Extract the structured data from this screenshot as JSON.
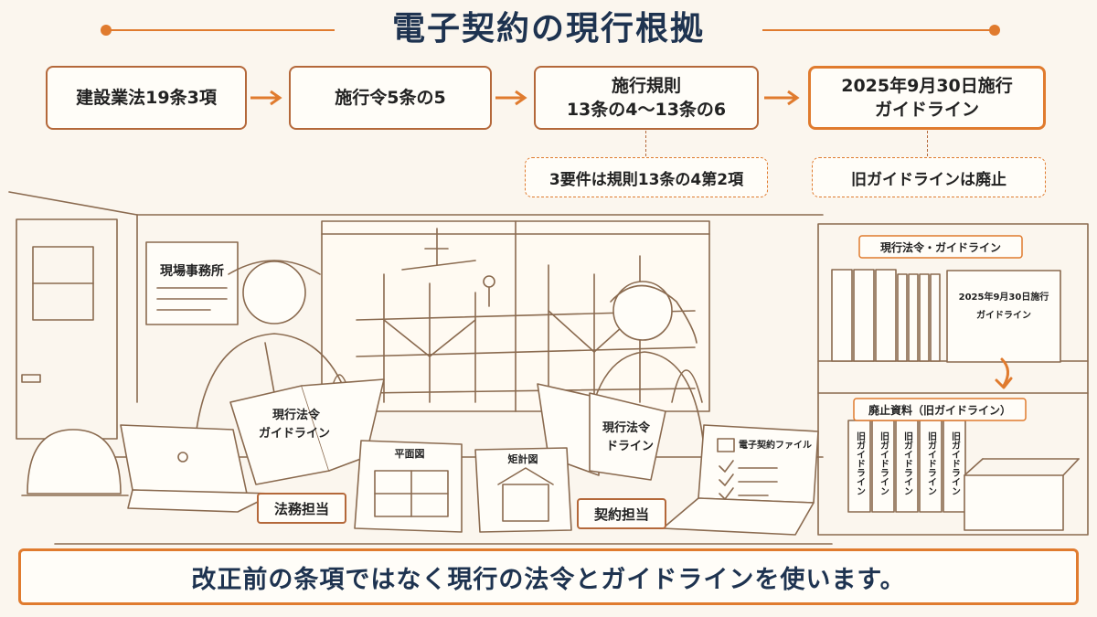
{
  "title": "電子契約の現行根拠",
  "flow": {
    "step1": {
      "line1": "建設業法19条3項"
    },
    "step2": {
      "line1": "施行令5条の5"
    },
    "step3": {
      "line1": "施行規則",
      "line2": "13条の4〜13条の6"
    },
    "step4": {
      "line1": "2025年9月30日施行",
      "line2": "ガイドライン"
    }
  },
  "notes": {
    "step3_note": "3要件は規則13条の4第2項",
    "step4_note": "旧ガイドラインは廃止"
  },
  "scene": {
    "office_sign": "現場事務所",
    "book_left_line1": "現行法令",
    "book_left_line2": "ガイドライン",
    "book_right_line1": "現行法令",
    "book_right_line2": "ドライン",
    "plan1": "平面図",
    "plan2": "矩計図",
    "role_left": "法務担当",
    "role_right": "契約担当",
    "laptop_file": "電子契約ファイル",
    "shelf_top_label": "現行法令・ガイドライン",
    "shelf_binder_line1": "2025年9月30日施行",
    "shelf_binder_line2": "ガイドライン",
    "shelf_bottom_label": "廃止資料（旧ガイドライン）",
    "old_binder": "旧ガイドライン"
  },
  "banner": "改正前の条項ではなく現行の法令とガイドラインを使います。",
  "colors": {
    "accent": "#e07b2e",
    "navy": "#1e3350",
    "line": "#8a6a4f",
    "paper": "#fbf6ee"
  }
}
